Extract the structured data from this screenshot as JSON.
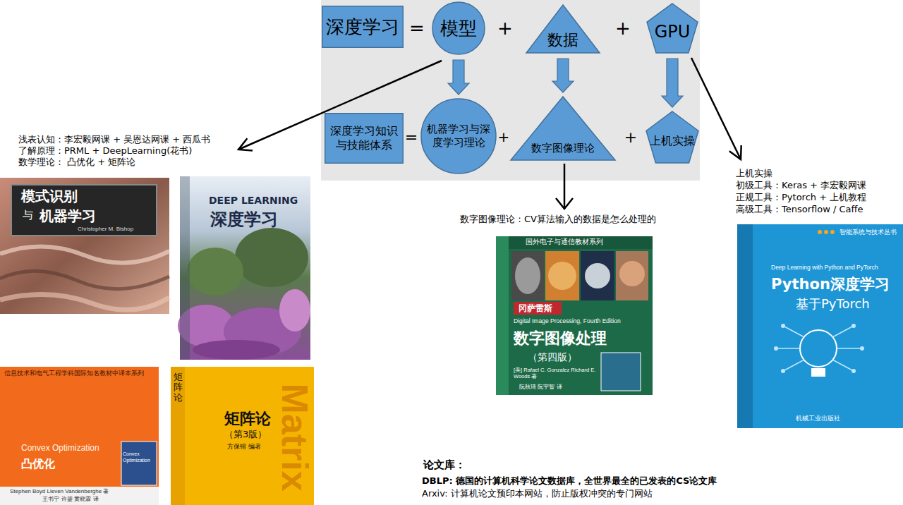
{
  "diagram": {
    "nodes": [
      {
        "text": [
          "深度学习"
        ]
      },
      {
        "text": [
          "模型"
        ]
      },
      {
        "text": [
          "数据"
        ]
      },
      {
        "text": [
          "GPU"
        ]
      },
      {
        "text": [
          "深度学习知识与技能体系"
        ]
      },
      {
        "text": [
          "机器学习与深度学习理论"
        ]
      },
      {
        "text": [
          "数字图像理论"
        ]
      },
      {
        "text": [
          "上机实操"
        ]
      }
    ],
    "edges": [
      {
        "from": 1,
        "to": 5,
        "arrow": "to"
      },
      {
        "from": 2,
        "to": 6,
        "arrow": "to"
      },
      {
        "from": 3,
        "to": 7,
        "arrow": "to"
      }
    ],
    "labels": [
      "=",
      "+",
      "+",
      "=",
      "+",
      "+",
      "浅表认知：李宏毅网课 + 吴恩达网课 + 西瓜书",
      "了解原理：PRML + DeepLearning(花书)",
      "数学理论： 凸优化 + 矩阵论",
      "模式识别",
      "与",
      "机器学习",
      "Christopher M. Bishop",
      "DEEP LEARNING",
      "深度学习",
      "信息技术和电气工程学科国际知名教材中译本系列",
      "Convex Optimization",
      "凸优化",
      "Convex Optimization",
      "Stephen Boyd Lieven Vandenberghe 著",
      "王书宁 许鋆 黄晓霖 译",
      "矩阵论",
      "Matrix",
      "矩阵论",
      "（第3版）",
      "方保镕 编著",
      "数字图像理论：CV算法输入的数据是怎么处理的",
      "国外电子与通信教材系列",
      "冈萨雷斯",
      "Digital Image Processing, Fourth Edition",
      "数字图像处理",
      "（第四版）",
      "[美] Rafael C. Gonzalez Richard E. Woods 著",
      "阮秋琦 阮宇智 译",
      "上机实操",
      "初级工具：Keras + 李宏毅网课",
      "正规工具：Pytorch + 上机教程",
      "高级工具：Tensorflow / Caffe",
      "智能系统与技术丛书",
      "Deep Learning with Python and PyTorch",
      "Python深度学习",
      "基于PyTorch",
      "机械工业出版社",
      "论文库：",
      "DBLP: 德国的计算机科学论文数据库，全世界最全的已发表的CS论文库",
      "Arxiv: 计算机论文预印本网站，防止版权冲突的专门网站"
    ]
  }
}
